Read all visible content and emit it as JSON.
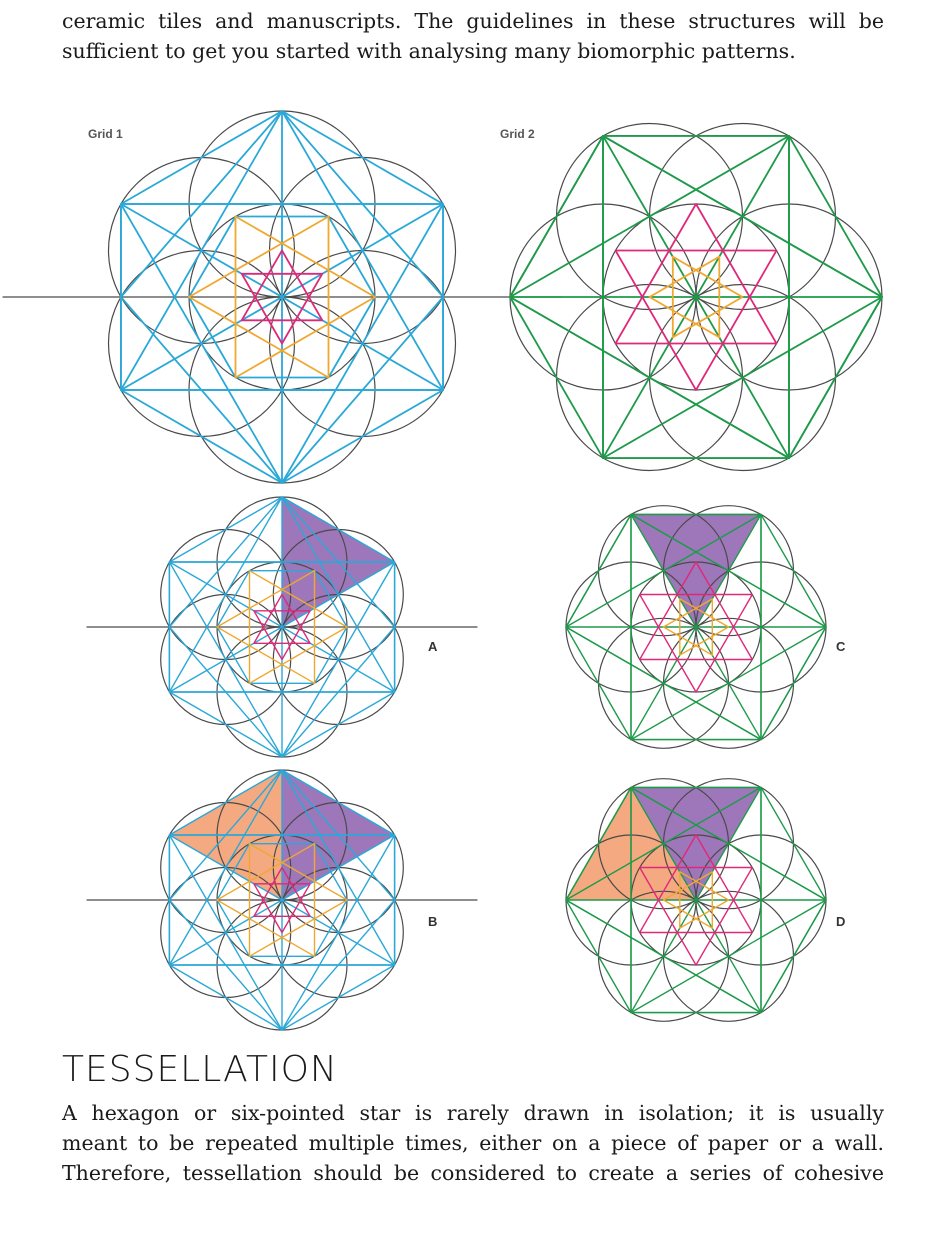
{
  "intro_text": "ceramic tiles and manuscripts. The guidelines in these structures will be sufficient to get you started with analysing many biomorphic patterns.",
  "intro_lines": [
    "ceramic tiles and manuscripts. The guidelines in these structures will be",
    "sufficient to get you started with analysing many biomorphic patterns."
  ],
  "figure": {
    "grid1_label": "Grid 1",
    "grid2_label": "Grid 2",
    "panel_labels": [
      "A",
      "B",
      "C",
      "D"
    ],
    "colors": {
      "circle": "#4a4a4a",
      "grid1_outer": "#2aa8d8",
      "grid2_outer": "#1e9a4a",
      "star_orange": "#f0a830",
      "star_pink": "#e0287a",
      "fill_purple": "#8d5fae",
      "fill_orange": "#f29a6a"
    }
  },
  "section_heading": "TESSELLATION",
  "body_lines": [
    "A hexagon or six-pointed star is rarely drawn in isolation; it is usually",
    "meant to be repeated multiple times, either on a piece of paper or a wall.",
    "Therefore, tessellation should be considered to create a series of cohesive"
  ]
}
